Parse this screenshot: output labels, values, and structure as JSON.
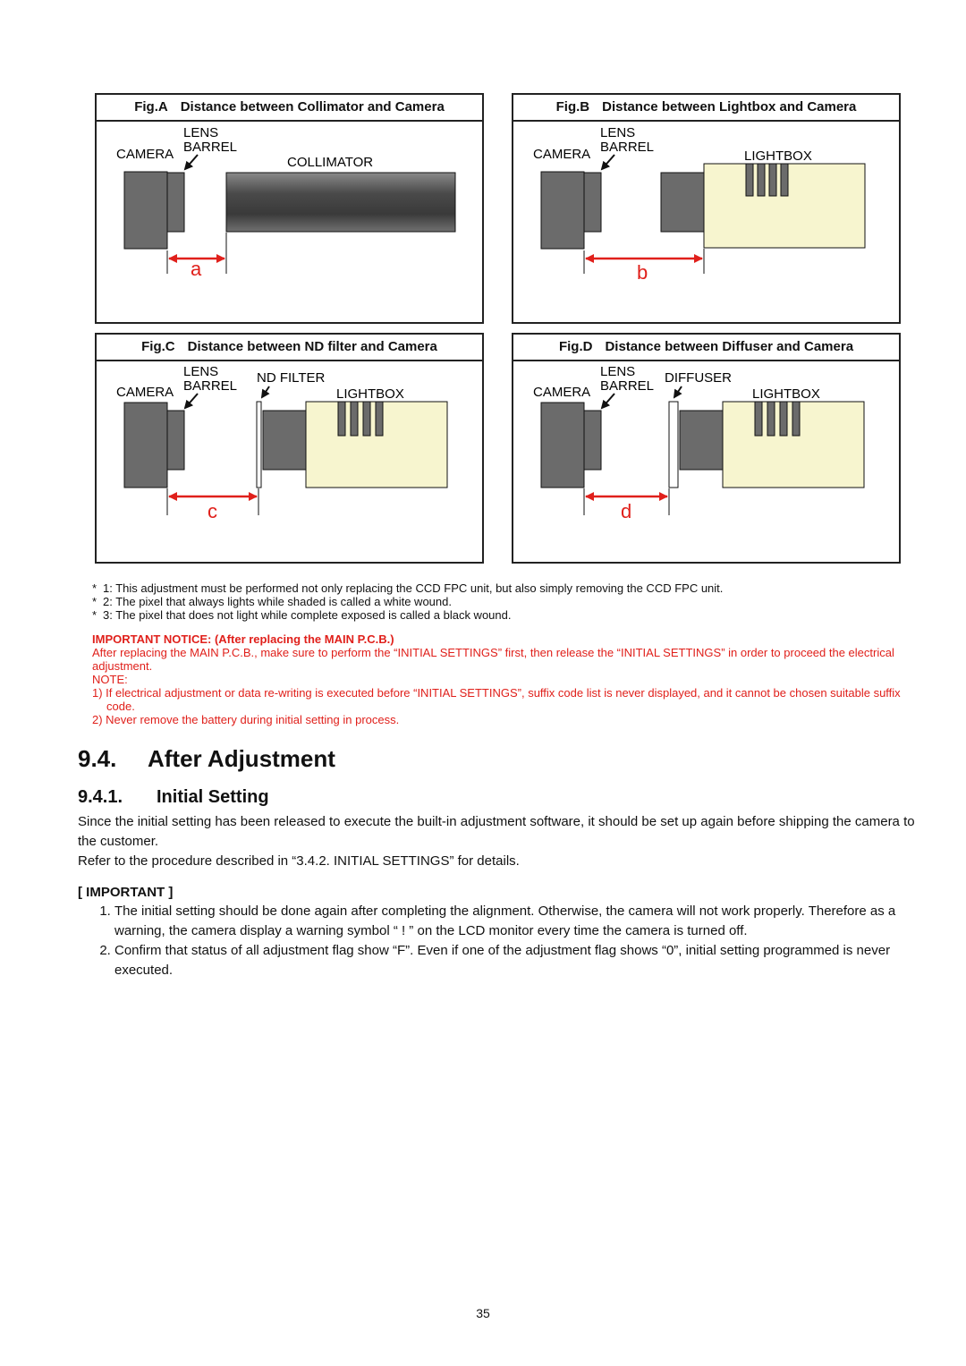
{
  "figures": [
    {
      "id": "A",
      "label": "Fig.A",
      "title": "Distance between Collimator and Camera",
      "camera": "CAMERA",
      "lens_line1": "LENS",
      "lens_line2": "BARREL",
      "target": "COLLIMATOR",
      "distance_letter": "a"
    },
    {
      "id": "B",
      "label": "Fig.B",
      "title": "Distance between Lightbox and Camera",
      "camera": "CAMERA",
      "lens_line1": "LENS",
      "lens_line2": "BARREL",
      "target": "LIGHTBOX",
      "distance_letter": "b"
    },
    {
      "id": "C",
      "label": "Fig.C",
      "title": "Distance between ND filter and Camera",
      "camera": "CAMERA",
      "lens_line1": "LENS",
      "lens_line2": "BARREL",
      "filter": "ND FILTER",
      "target": "LIGHTBOX",
      "distance_letter": "c"
    },
    {
      "id": "D",
      "label": "Fig.D",
      "title": "Distance between Diffuser and Camera",
      "camera": "CAMERA",
      "lens_line1": "LENS",
      "lens_line2": "BARREL",
      "filter": "DIFFUSER",
      "target": "LIGHTBOX",
      "distance_letter": "d"
    }
  ],
  "footnotes": [
    {
      "mark": "*",
      "text": "1: This adjustment must be performed not only replacing the CCD FPC unit, but also simply removing the CCD FPC unit."
    },
    {
      "mark": "*",
      "text": "2: The pixel that always lights while shaded is called a white wound."
    },
    {
      "mark": "*",
      "text": "3: The pixel that does not light while complete exposed is called a black wound."
    }
  ],
  "notice": {
    "title": "IMPORTANT NOTICE: (After replacing the MAIN P.C.B.)",
    "text": "After replacing the MAIN P.C.B.,  make sure to perform the “INITIAL SETTINGS” first, then release the “INITIAL SETTINGS” in order to proceed the electrical adjustment.",
    "note_label": "NOTE:",
    "note1": "1) If electrical adjustment or data re-writing is executed before “INITIAL SETTINGS”, suffix code list is never displayed, and it cannot be chosen suitable suffix code.",
    "note2": "2) Never remove the battery during initial setting in process."
  },
  "section": {
    "number": "9.4.",
    "title": "After Adjustment"
  },
  "subsection": {
    "number": "9.4.1.",
    "title": "Initial Setting"
  },
  "body": {
    "para1": "Since the initial setting has been released to execute the built-in adjustment software, it should be set up again before shipping the camera to the customer.",
    "para2": "Refer to the procedure described in “3.4.2. INITIAL SETTINGS” for details.",
    "important_label": "[ IMPORTANT ]",
    "items": [
      "The initial setting should be done again after completing the alignment. Otherwise, the camera will not work properly. Therefore as a warning, the camera display a warning symbol “ ! ” on the LCD monitor every time the camera is turned off.",
      "Confirm that status of all adjustment flag show “F”. Even if one of the adjustment flag shows “0”, initial setting programmed is never executed."
    ]
  },
  "page_number": "35",
  "colors": {
    "accent_red": "#e0201b",
    "lightbox": "#f7f5cf",
    "camera_gray": "#6b6b6b"
  }
}
